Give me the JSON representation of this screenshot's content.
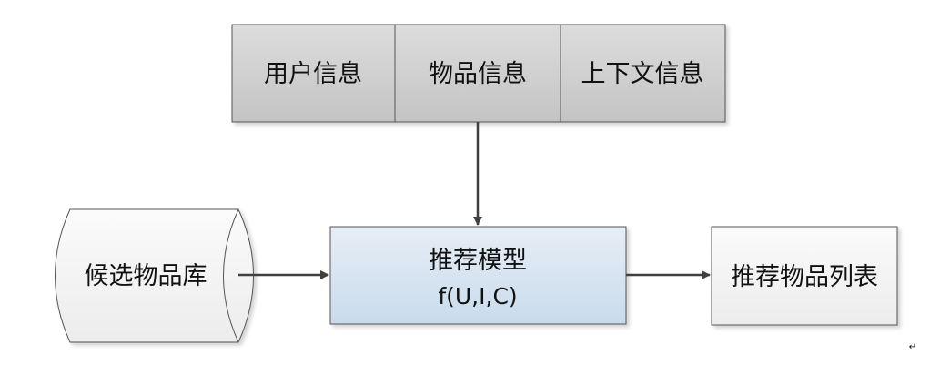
{
  "inputs": {
    "items": [
      {
        "label": "用户信息"
      },
      {
        "label": "物品信息"
      },
      {
        "label": "上下文信息"
      }
    ]
  },
  "model": {
    "title": "推荐模型",
    "formula": "f(U,I,C)"
  },
  "candidate_store": {
    "label": "候选物品库"
  },
  "output": {
    "label": "推荐物品列表"
  },
  "paragraph_mark": "↵",
  "colors": {
    "input_fill": "#d0d0d0",
    "model_fill": "#d6e4f0",
    "arrow": "#404040",
    "border": "#555555"
  }
}
